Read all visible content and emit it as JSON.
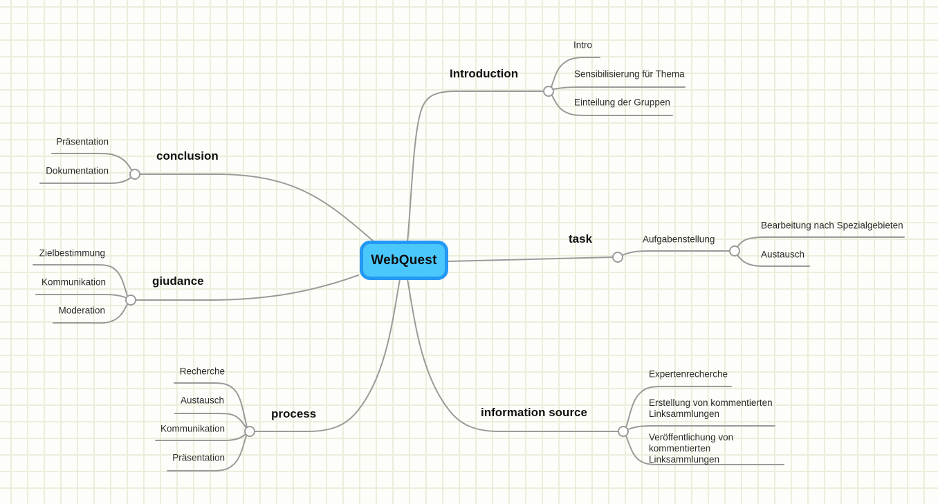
{
  "colors": {
    "background": "#fdfdf9",
    "grid_line": "#e9efdc",
    "connector": "#9a9a9a",
    "root_fill": "#4ac8fb",
    "root_border": "#2598f4",
    "text": "#111111",
    "subtext": "#2b2b2b"
  },
  "root": {
    "label": "WebQuest"
  },
  "branches": [
    {
      "id": "introduction",
      "label": "Introduction",
      "children": [
        {
          "text": "Intro"
        },
        {
          "text": "Sensibilisierung für Thema"
        },
        {
          "text": "Einteilung der Gruppen"
        }
      ]
    },
    {
      "id": "task",
      "label": "task",
      "children": [
        {
          "text": "Aufgabenstellung",
          "children": [
            {
              "text": "Bearbeitung nach Spezialgebieten"
            },
            {
              "text": "Austausch"
            }
          ]
        }
      ]
    },
    {
      "id": "information-source",
      "label": "information source",
      "children": [
        {
          "text": "Expertenrecherche"
        },
        {
          "text": "Erstellung von kommentierten Linksammlungen"
        },
        {
          "text": "Veröffentlichung von kommentierten Linksammlungen"
        }
      ]
    },
    {
      "id": "process",
      "label": "process",
      "children": [
        {
          "text": "Recherche"
        },
        {
          "text": "Austausch"
        },
        {
          "text": "Kommunikation"
        },
        {
          "text": "Präsentation"
        }
      ]
    },
    {
      "id": "giudance",
      "label": "giudance",
      "children": [
        {
          "text": "Zielbestimmung"
        },
        {
          "text": "Kommunikation"
        },
        {
          "text": "Moderation"
        }
      ]
    },
    {
      "id": "conclusion",
      "label": "conclusion",
      "children": [
        {
          "text": "Präsentation"
        },
        {
          "text": "Dokumentation"
        }
      ]
    }
  ]
}
